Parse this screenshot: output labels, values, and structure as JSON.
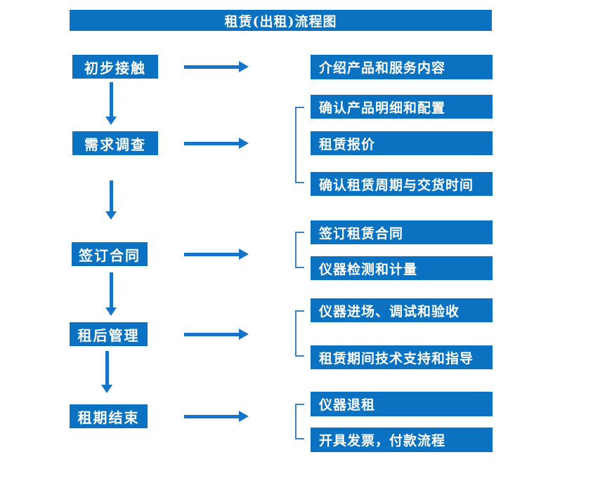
{
  "title": "租赁(出租)流程图",
  "colors": {
    "box_blue": "#0a72c0",
    "arrow_blue": "#1574c8",
    "bracket_blue": "#3d7fc1"
  },
  "stages": [
    {
      "label": "初步接触",
      "details": [
        "介绍产品和服务内容"
      ]
    },
    {
      "label": "需求调查",
      "details": [
        "确认产品明细和配置",
        "租赁报价",
        "确认租赁周期与交货时间"
      ]
    },
    {
      "label": "签订合同",
      "details": [
        "签订租赁合同",
        "仪器检测和计量"
      ]
    },
    {
      "label": "租后管理",
      "details": [
        "仪器进场、调试和验收",
        "租赁期间技术支持和指导"
      ]
    },
    {
      "label": "租期结束",
      "details": [
        "仪器退租",
        "开具发票，付款流程"
      ]
    }
  ]
}
